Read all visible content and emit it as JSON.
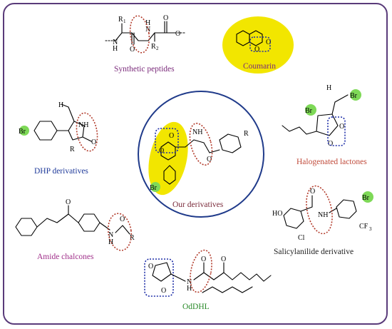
{
  "labels": {
    "synthetic_peptides": "Synthetic peptides",
    "coumarin": "Coumarin",
    "dhp_derivatives": "DHP derivatives",
    "our_derivatives": "Our derivatives",
    "halogenated_lactones": "Halogenated lactones",
    "amide_chalcones": "Amide chalcones",
    "salicylanilide_derivative": "Salicylanilide derivative",
    "oddhl": "OdDHL"
  },
  "atoms": {
    "br": "Br",
    "nh": "NH",
    "n": "N",
    "h": "H",
    "o": "O",
    "r": "R",
    "r1": "R",
    "r1_sub": "1",
    "r2": "R",
    "r2_sub": "2",
    "ho": "HO",
    "cl": "Cl",
    "cf3": "CF",
    "cf3_sub": "3"
  },
  "colors": {
    "frame": "#5a3b7a",
    "center_circle": "#1f3a8a",
    "red_ellipse": "#b23a2a",
    "blue_box": "#1f2fa8",
    "yellow_highlight": "#f2e600",
    "green_bromine": "#7ed957",
    "synthetic_peptides_caption": "#7a2a7a",
    "coumarin_caption": "#7a2a7a",
    "dhp_caption": "#1f3a9a",
    "our_caption": "#7a2a3a",
    "halogenated_caption": "#c04a3a",
    "amide_caption": "#a0308a",
    "salicylanilide_caption": "#222222",
    "oddhl_caption": "#2a8a2a"
  }
}
